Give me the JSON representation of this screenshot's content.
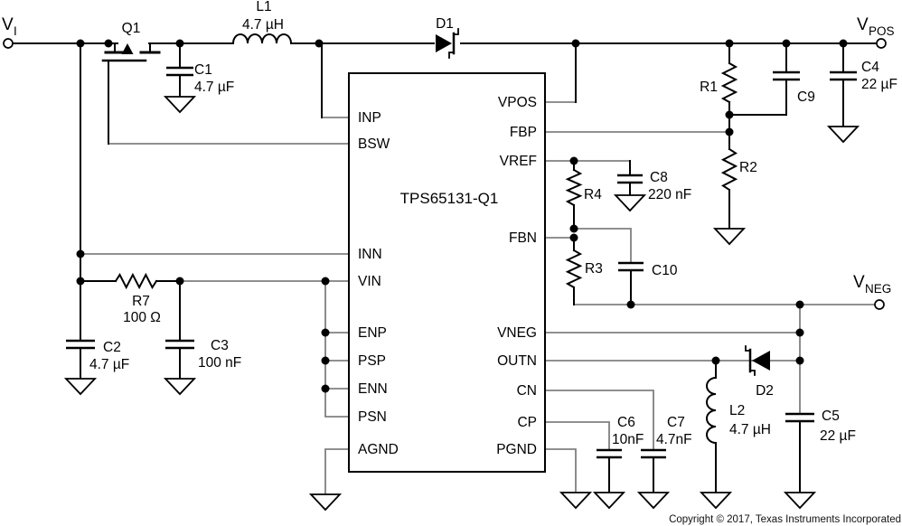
{
  "terminals": {
    "vi": {
      "label": "V",
      "sub": "I"
    },
    "vpos": {
      "label": "V",
      "sub": "POS"
    },
    "vneg": {
      "label": "V",
      "sub": "NEG"
    }
  },
  "ic": {
    "part_number": "TPS65131-Q1",
    "pins_left": [
      "INP",
      "BSW",
      "INN",
      "VIN",
      "ENP",
      "PSP",
      "ENN",
      "PSN",
      "AGND"
    ],
    "pins_right": [
      "VPOS",
      "FBP",
      "VREF",
      "FBN",
      "VNEG",
      "OUTN",
      "CN",
      "CP",
      "PGND"
    ]
  },
  "components": {
    "q1": {
      "ref": "Q1"
    },
    "l1": {
      "ref": "L1",
      "value": "4.7 µH"
    },
    "c1": {
      "ref": "C1",
      "value": "4.7 µF"
    },
    "d1": {
      "ref": "D1"
    },
    "r1": {
      "ref": "R1"
    },
    "c9": {
      "ref": "C9"
    },
    "c4": {
      "ref": "C4",
      "value": "22 µF"
    },
    "r2": {
      "ref": "R2"
    },
    "c8": {
      "ref": "C8",
      "value": "220 nF"
    },
    "r4": {
      "ref": "R4"
    },
    "r3": {
      "ref": "R3"
    },
    "c10": {
      "ref": "C10"
    },
    "r7": {
      "ref": "R7",
      "value": "100 Ω"
    },
    "c2": {
      "ref": "C2",
      "value": "4.7 µF"
    },
    "c3": {
      "ref": "C3",
      "value": "100 nF"
    },
    "c6": {
      "ref": "C6",
      "value": "10nF"
    },
    "c7": {
      "ref": "C7",
      "value": "4.7nF"
    },
    "l2": {
      "ref": "L2",
      "value": "4.7 µH"
    },
    "d2": {
      "ref": "D2"
    },
    "c5": {
      "ref": "C5",
      "value": "22 µF"
    }
  },
  "footer": {
    "copyright": "Copyright © 2017, Texas Instruments Incorporated"
  },
  "colors": {
    "symbol": "#000000",
    "net_wire": "#808080",
    "background": "#ffffff"
  }
}
